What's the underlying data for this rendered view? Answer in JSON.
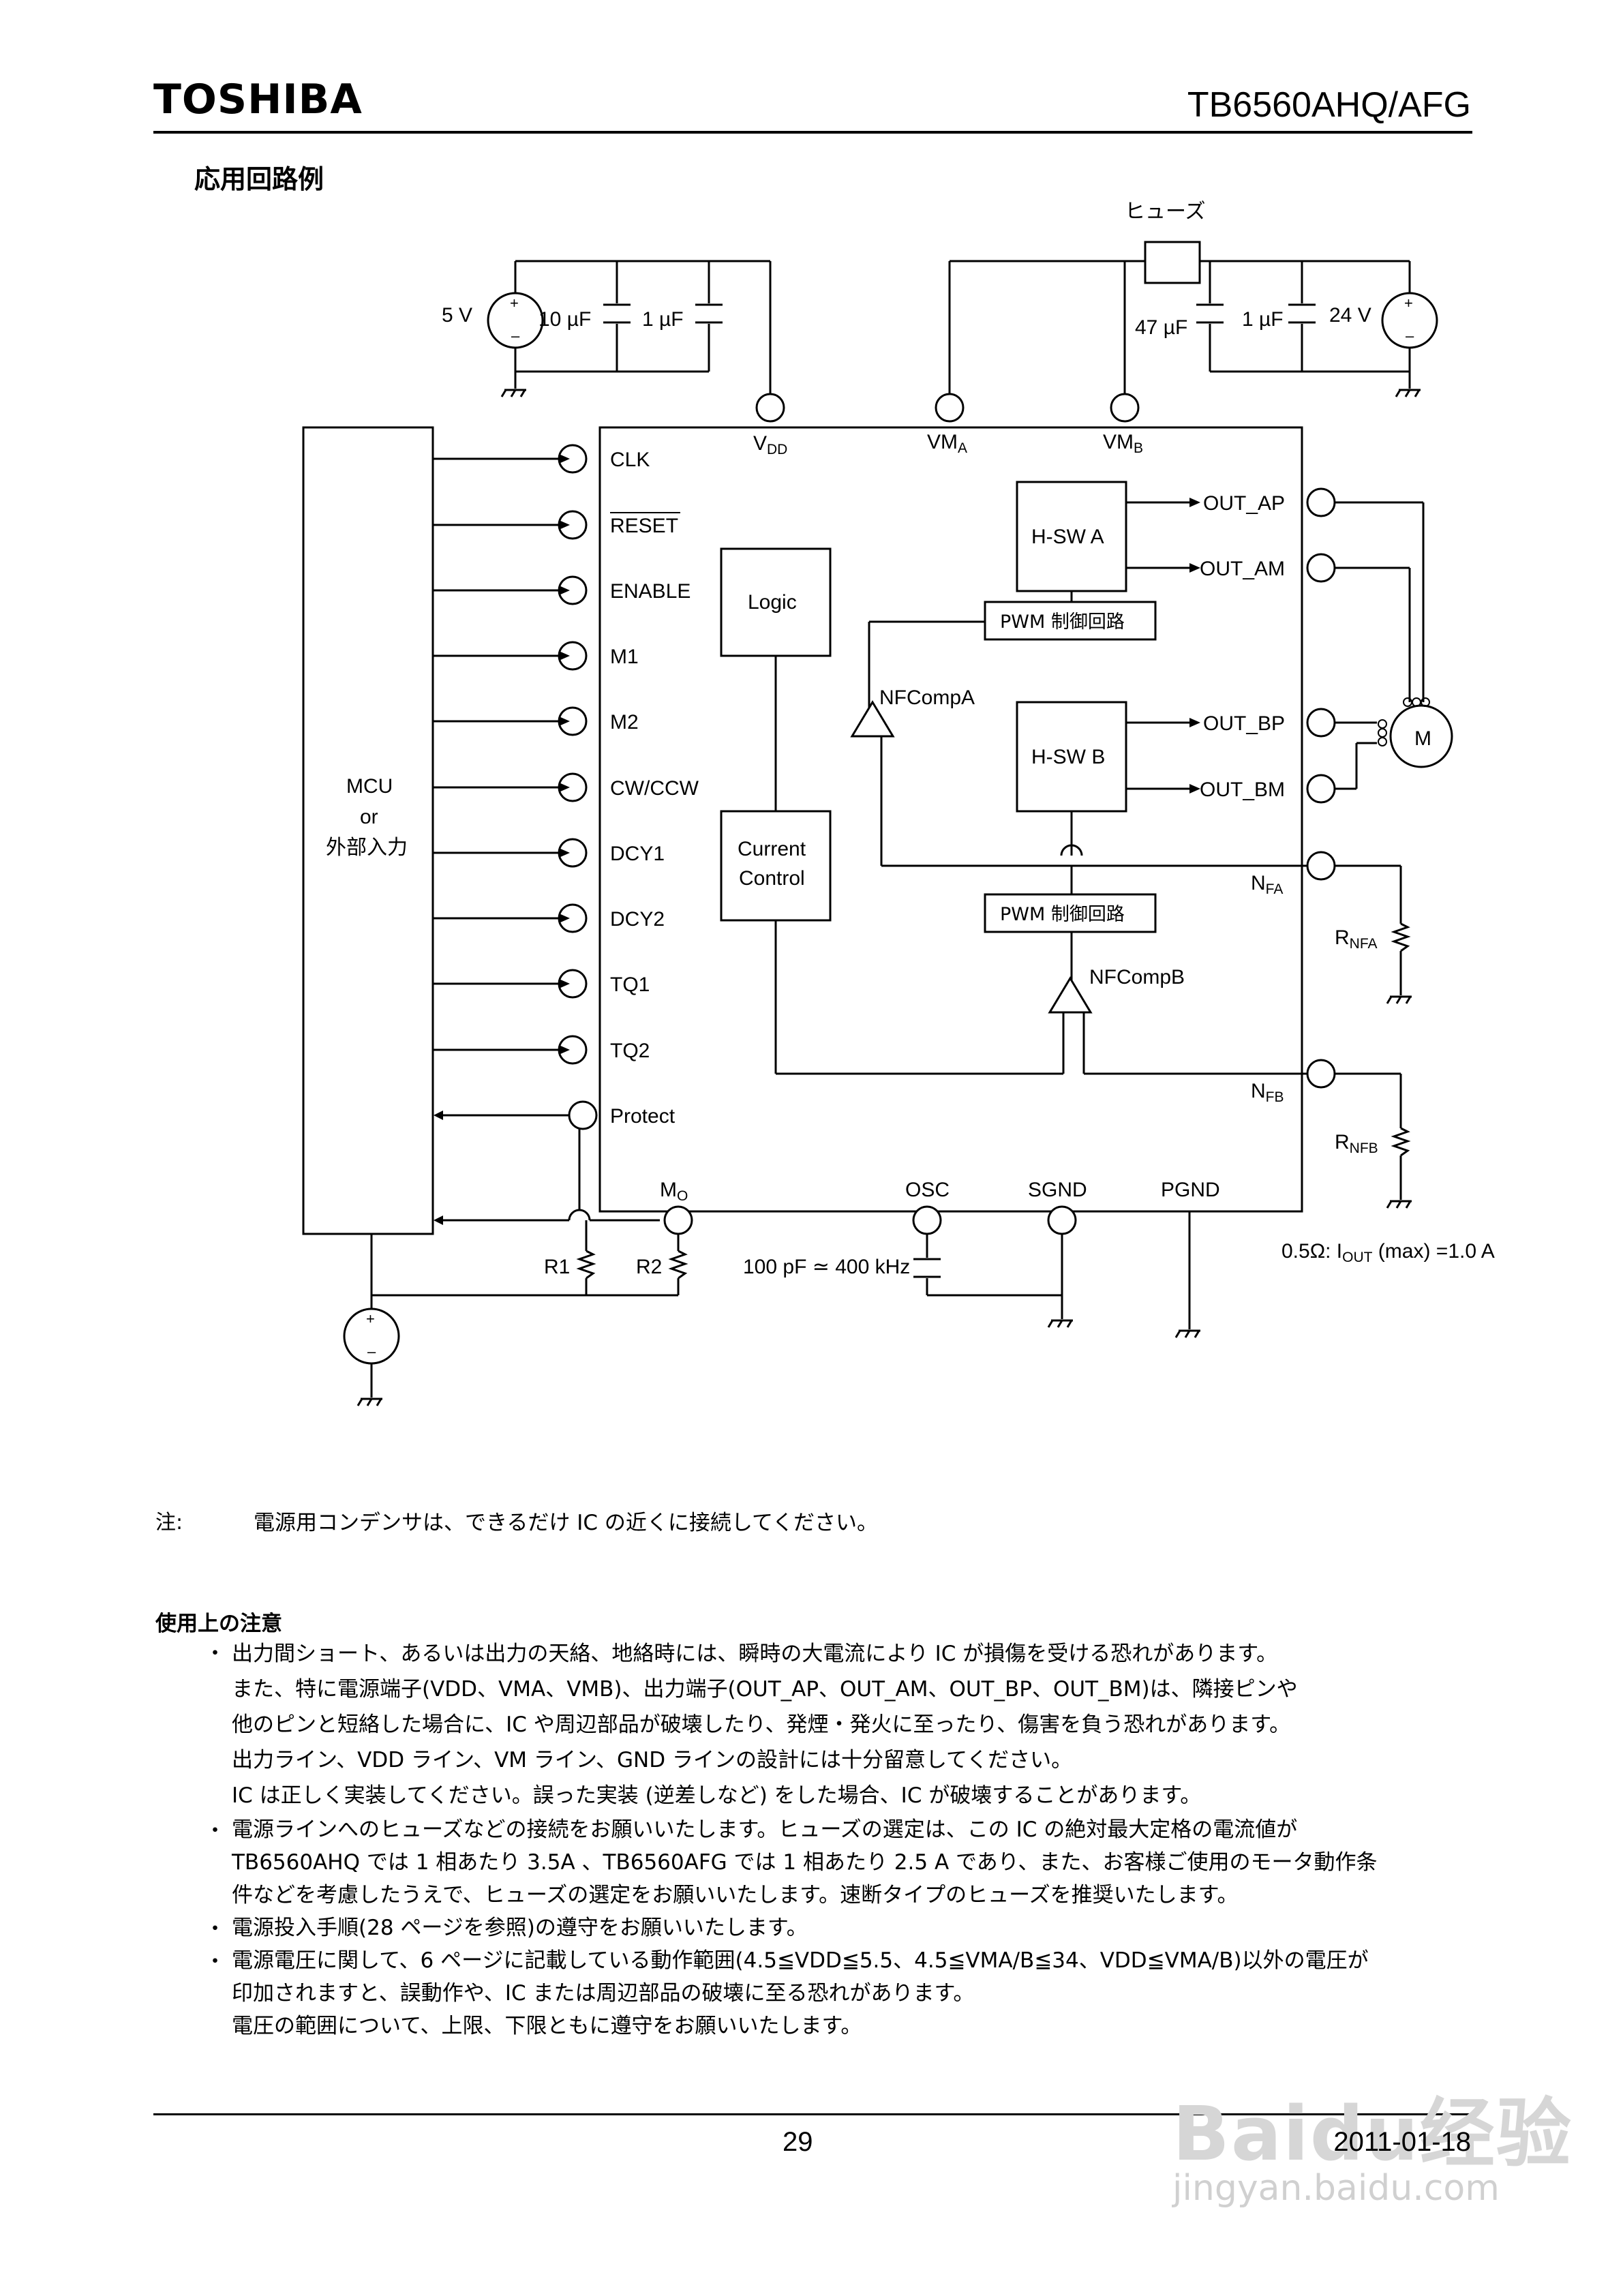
{
  "header": {
    "brand": "TOSHIBA",
    "part_number": "TB6560AHQ/AFG"
  },
  "section_title": "応用回路例",
  "circuit": {
    "fuse_label": "ヒューズ",
    "supply_5v": "5 V",
    "cap_10uf": "10 µF",
    "cap_1uf_a": "1 µF",
    "cap_47uf": "47 µF",
    "cap_1uf_b": "1 µF",
    "supply_24v": "24 V",
    "pin_vdd": "V",
    "pin_vdd_sub": "DD",
    "pin_vma": "VM",
    "pin_vma_sub": "A",
    "pin_vmb": "VM",
    "pin_vmb_sub": "B",
    "mcu_line1": "MCU",
    "mcu_line2": "or",
    "mcu_line3": "外部入力",
    "inputs": [
      "CLK",
      "RESET",
      "ENABLE",
      "M1",
      "M2",
      "CW/CCW",
      "DCY1",
      "DCY2",
      "TQ1",
      "TQ2",
      "Protect"
    ],
    "logic": "Logic",
    "current_control_1": "Current",
    "current_control_2": "Control",
    "hsw_a": "H-SW A",
    "hsw_b": "H-SW B",
    "pwm_a": "PWM 制御回路",
    "pwm_b": "PWM 制御回路",
    "nfcomp_a": "NFCompA",
    "nfcomp_b": "NFCompB",
    "outputs": [
      "OUT_AP",
      "OUT_AM",
      "OUT_BP",
      "OUT_BM"
    ],
    "motor": "M",
    "nfa": "N",
    "nfa_sub": "FA",
    "nfb": "N",
    "nfb_sub": "FB",
    "rnfa": "R",
    "rnfa_sub": "NFA",
    "rnfb": "R",
    "rnfb_sub": "NFB",
    "mo": "M",
    "mo_sub": "O",
    "osc": "OSC",
    "sgnd": "SGND",
    "pgnd": "PGND",
    "r1": "R1",
    "r2": "R2",
    "osc_cap": "100 pF ≃ 400 kHz",
    "iout_note_a": "0.5Ω: I",
    "iout_note_sub": "OUT",
    "iout_note_b": " (max) =1.0 A"
  },
  "note": {
    "label": "注:",
    "text": "電源用コンデンサは、できるだけ IC の近くに接続してください。"
  },
  "usage": {
    "heading": "使用上の注意",
    "bullet": "・",
    "items": [
      [
        "出力間ショート、あるいは出力の天絡、地絡時には、瞬時の大電流により IC が損傷を受ける恐れがあります。",
        "また、特に電源端子(VDD、VMA、VMB)、出力端子(OUT_AP、OUT_AM、OUT_BP、OUT_BM)は、隣接ピンや",
        "他のピンと短絡した場合に、IC や周辺部品が破壊したり、発煙・発火に至ったり、傷害を負う恐れがあります。",
        "出力ライン、VDD ライン、VM ライン、GND ラインの設計には十分留意してください。",
        "IC は正しく実装してください。誤った実装 (逆差しなど) をした場合、IC が破壊することがあります。"
      ],
      [
        "電源ラインへのヒューズなどの接続をお願いいたします。ヒューズの選定は、この IC の絶対最大定格の電流値が",
        "TB6560AHQ では 1 相あたり 3.5A 、TB6560AFG では 1 相あたり 2.5 A であり、また、お客様ご使用のモータ動作条",
        "件などを考慮したうえで、ヒューズの選定をお願いいたします。速断タイプのヒューズを推奨いたします。"
      ],
      [
        "電源投入手順(28 ページを参照)の遵守をお願いいたします。"
      ],
      [
        "電源電圧に関して、6 ページに記載している動作範囲(4.5≦VDD≦5.5、4.5≦VMA/B≦34、VDD≦VMA/B)以外の電圧が",
        "印加されますと、誤動作や、IC または周辺部品の破壊に至る恐れがあります。",
        "電圧の範囲について、上限、下限ともに遵守をお願いいたします。"
      ]
    ]
  },
  "footer": {
    "page": "29",
    "date": "2011-01-18"
  },
  "watermark": {
    "main": "Baidu经验",
    "sub": "jingyan.baidu.com"
  }
}
